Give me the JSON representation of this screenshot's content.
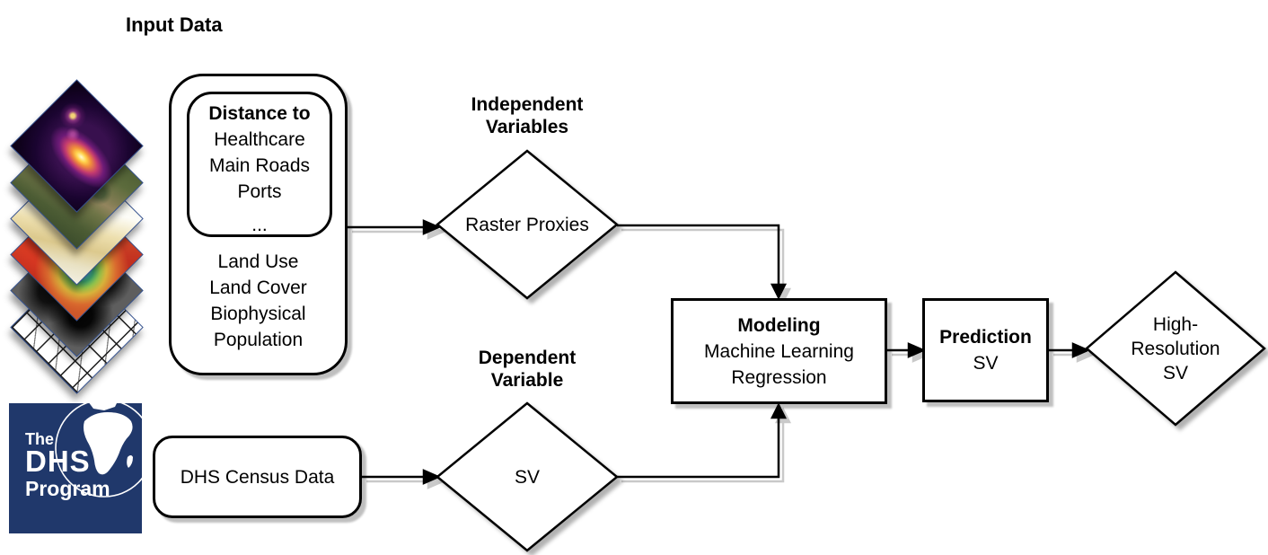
{
  "colors": {
    "logo_navy": "#20386b",
    "line_shadow_gray": "#c9c9c9",
    "stroke_black": "#000000"
  },
  "labels": {
    "input_data": "Input Data",
    "independent_line1": "Independent",
    "independent_line2": "Variables",
    "dependent_line1": "Dependent",
    "dependent_line2": "Variable"
  },
  "input_box": {
    "distance_header": "Distance to",
    "distance_items": [
      "Healthcare",
      "Main Roads",
      "Ports",
      "..."
    ],
    "surface_items": [
      "Land Use",
      "Land Cover",
      "Biophysical",
      "Population"
    ]
  },
  "census_box": {
    "label": "DHS Census Data"
  },
  "diamonds": {
    "raster_proxies": "Raster Proxies",
    "sv": "SV",
    "output_line1": "High-",
    "output_line2": "Resolution",
    "output_line3": "SV"
  },
  "modeling_box": {
    "title": "Modeling",
    "line2": "Machine Learning",
    "line3": "Regression"
  },
  "prediction_box": {
    "title": "Prediction",
    "line2": "SV"
  },
  "dhs_logo": {
    "line1": "The",
    "line2": "DHS",
    "line3": "Program"
  },
  "icons": {
    "raster_layers": [
      "nighttime-lights-raster",
      "satellite-imagery-raster",
      "terrain-raster",
      "temperature-heatmap-raster",
      "distance-surface-raster",
      "road-network-raster"
    ],
    "globe": "globe-africa-icon"
  }
}
